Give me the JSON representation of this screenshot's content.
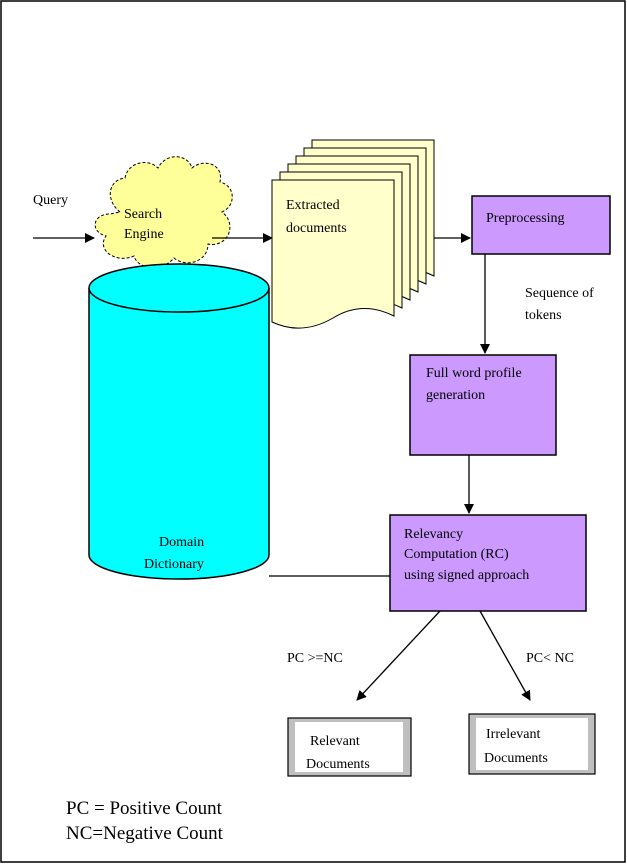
{
  "query_label": "Query",
  "search_engine": {
    "line1": "Search",
    "line2": "Engine"
  },
  "extracted_docs": {
    "line1": "Extracted",
    "line2": "documents"
  },
  "preprocessing": "Preprocessing",
  "sequence_label": {
    "line1": "Sequence of",
    "line2": "tokens"
  },
  "full_word_profile": {
    "line1": "Full word profile",
    "line2": "generation"
  },
  "domain_dictionary": {
    "line1": "Domain",
    "line2": "Dictionary"
  },
  "relevancy": {
    "line1": "Relevancy",
    "line2": "Computation (RC)",
    "line3": "using signed approach"
  },
  "pc_ge_nc": "PC >=NC",
  "pc_lt_nc": "PC< NC",
  "relevant_docs": {
    "line1": "Relevant",
    "line2": "Documents"
  },
  "irrelevant_docs": {
    "line1": "Irrelevant",
    "line2": "Documents"
  },
  "legend": {
    "line1": "PC = Positive Count",
    "line2": "NC=Negative Count"
  },
  "colors": {
    "process_fill": "#cc99ff",
    "cloud_fill": "#ffff99",
    "document_fill": "#ffffcc",
    "cylinder_fill": "#00ffff",
    "output_shadow": "#bfbfbf"
  }
}
